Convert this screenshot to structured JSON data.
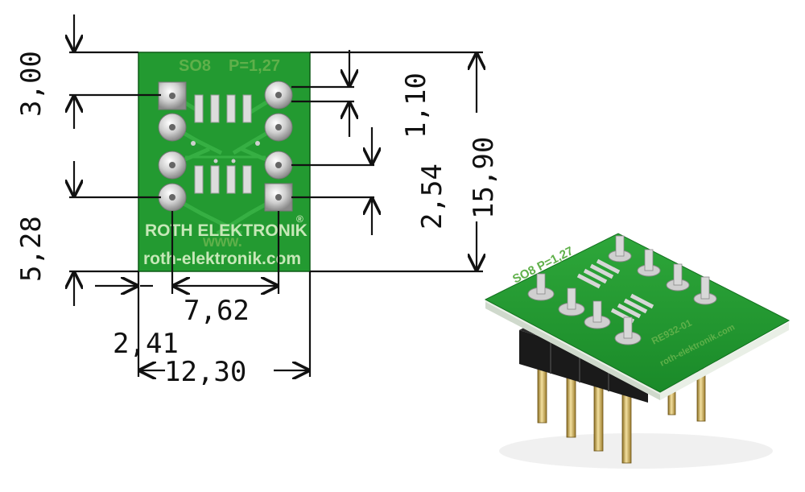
{
  "board": {
    "package_label": "SO8",
    "pitch_label": "P=1,27",
    "brand": "ROTH ELEKTRONIK",
    "registered_mark": "®",
    "www": "www.",
    "url": "roth-elektronik.com"
  },
  "dimensions": {
    "top_margin": "3,00",
    "bottom_margin": "5,28",
    "pin_offset": "1,10",
    "pin_pitch": "2,54",
    "height": "15,90",
    "row_spacing": "7,62",
    "edge_offset": "2,41",
    "width": "12,30"
  },
  "photo": {
    "board_label": "SO8 P=1,27",
    "part_number": "RE932-01",
    "url": "roth-elektronik.com"
  },
  "colors": {
    "pcb_green": "#1f8f2f",
    "pcb_trace": "#2aa53a",
    "pad_silver": "#d9d9d9",
    "pin_gold": "#c9a84a",
    "header_black": "#1a1a1a"
  }
}
